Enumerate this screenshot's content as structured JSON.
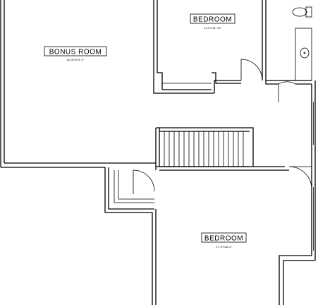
{
  "rooms": {
    "bonus_room": {
      "name": "BONUS ROOM",
      "dimensions": "16'-10\"X21'-0\""
    },
    "bedroom_upper": {
      "name": "BEDROOM",
      "dimensions": "11'-0\"X11'-10\""
    },
    "bedroom_lower": {
      "name": "BEDROOM",
      "dimensions": "17'-4\"X16'-2\""
    }
  }
}
